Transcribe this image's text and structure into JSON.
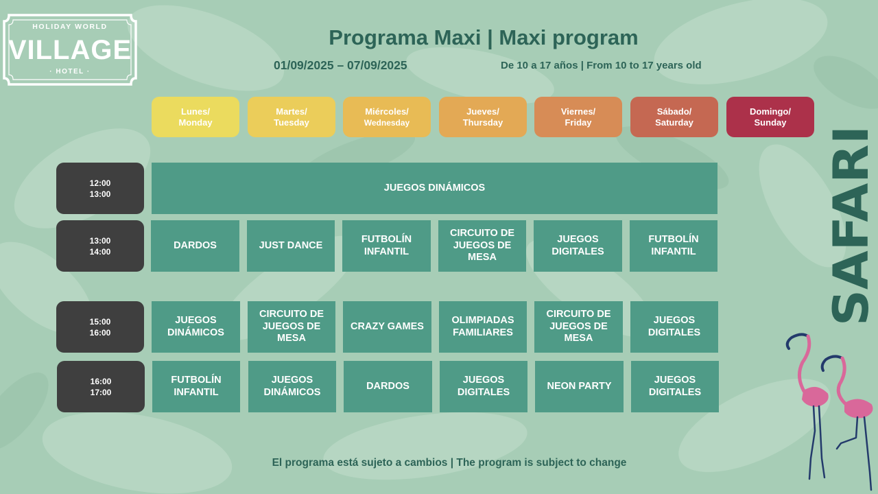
{
  "header": {
    "title": "Programa Maxi | Maxi program",
    "dates": "01/09/2025 – 07/09/2025",
    "ages": "De 10 a 17 años | From 10 to 17 years old"
  },
  "logo": {
    "brand": "HOLIDAY WORLD",
    "name": "VILLAGE",
    "sub": "· HOTEL ·"
  },
  "side_title": "SAFARI",
  "days": [
    {
      "line1": "Lunes/",
      "line2": "Monday",
      "color": "#ebdb5e"
    },
    {
      "line1": "Martes/",
      "line2": "Tuesday",
      "color": "#ebcd5a"
    },
    {
      "line1": "Miércoles/",
      "line2": "Wednesday",
      "color": "#e8bb55"
    },
    {
      "line1": "Jueves/",
      "line2": "Thursday",
      "color": "#e3a955"
    },
    {
      "line1": "Viernes/",
      "line2": "Friday",
      "color": "#d78c56"
    },
    {
      "line1": "Sábado/",
      "line2": "Saturday",
      "color": "#c56852"
    },
    {
      "line1": "Domingo/",
      "line2": "Sunday",
      "color": "#ac314a"
    }
  ],
  "schedule": [
    {
      "start": "12:00",
      "end": "13:00",
      "activities": [
        "JUEGOS DINÁMICOS"
      ]
    },
    {
      "start": "13:00",
      "end": "14:00",
      "activities": [
        "DARDOS",
        "JUST DANCE",
        "FUTBOLÍN INFANTIL",
        "CIRCUITO DE JUEGOS DE MESA",
        "JUEGOS DIGITALES",
        "FUTBOLÍN INFANTIL"
      ]
    },
    {
      "start": "15:00",
      "end": "16:00",
      "activities": [
        "JUEGOS DINÁMICOS",
        "CIRCUITO DE JUEGOS DE MESA",
        "CRAZY GAMES",
        "OLIMPIADAS FAMILIARES",
        "CIRCUITO DE JUEGOS DE MESA",
        "JUEGOS DIGITALES"
      ]
    },
    {
      "start": "16:00",
      "end": "17:00",
      "activities": [
        "FUTBOLÍN INFANTIL",
        "JUEGOS DINÁMICOS",
        "DARDOS",
        "JUEGOS DIGITALES",
        "NEON PARTY",
        "JUEGOS DIGITALES"
      ]
    }
  ],
  "footer": "El programa está sujeto a cambios  |  The program is subject to change",
  "colors": {
    "background": "#a7cdb6",
    "cell": "#4f9b87",
    "time_box": "#3f3f3f",
    "title_text": "#2d6457",
    "flamingo": "#d9689a",
    "flamingo_legs": "#233a6b"
  }
}
